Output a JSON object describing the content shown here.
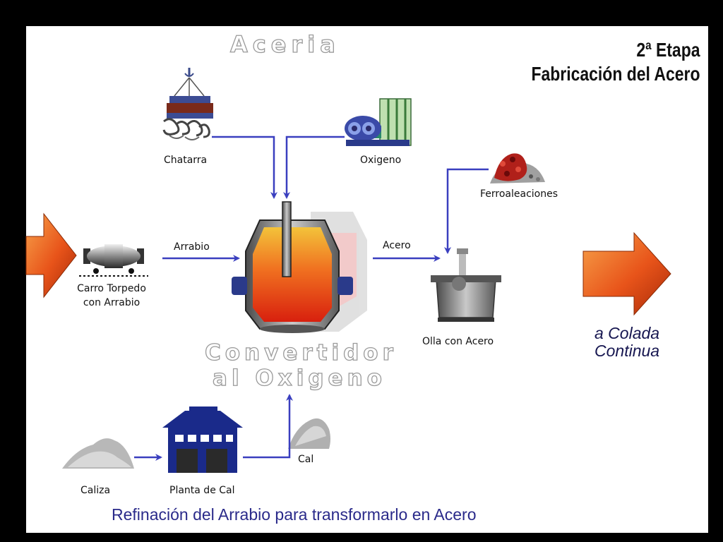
{
  "header": {
    "title": "Aceria",
    "stage_line1": "2ª Etapa",
    "stage_line2": "Fabricación del Acero"
  },
  "nodes": {
    "chatarra": "Chatarra",
    "oxigeno": "Oxigeno",
    "ferroaleaciones": "Ferroaleaciones",
    "carro_line1": "Carro Torpedo",
    "carro_line2": "con Arrabio",
    "olla": "Olla con Acero",
    "caliza": "Caliza",
    "planta": "Planta de Cal",
    "cal": "Cal"
  },
  "flows": {
    "arrabio": "Arrabio",
    "acero": "Acero"
  },
  "converter": {
    "line1": "Convertidor",
    "line2": "al Oxigeno"
  },
  "output": {
    "line1": "a Colada",
    "line2": "Continua"
  },
  "caption": "Refinación del Arrabio para transformarlo en Acero",
  "colors": {
    "flow_arrow": "#3a3fbf",
    "big_arrow": "#e8541a",
    "converter_hot": "#e33a12",
    "background": "#ffffff",
    "frame": "#000000"
  }
}
